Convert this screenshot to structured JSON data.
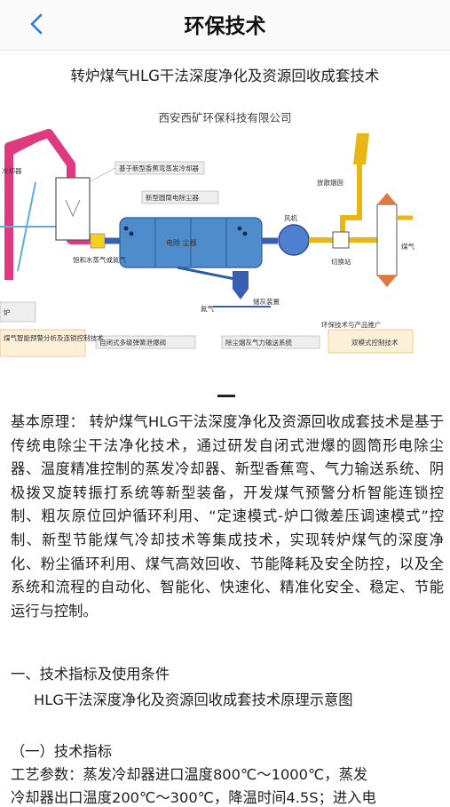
{
  "nav": {
    "title": "环保技术"
  },
  "article": {
    "headline": "转炉煤气HLG干法深度净化及资源回收成套技术",
    "company": "西安西矿环保科技有限公司",
    "diagram": {
      "labels": {
        "evap": "基于新型香蕉弯蒸发冷却器",
        "esp": "新型圆筒电除尘器",
        "esp_body": "电除  尘器",
        "fan": "风机",
        "chimney": "放散烟囱",
        "switch": "切换站",
        "nitrogen": "氮气",
        "ash": "储灰装置",
        "saturated": "饱和水蒸气或氮气",
        "explosion": "自闭式多级弹簧泄爆阀",
        "ash_transport": "除尘烟灰气力输送系统",
        "warning": "煤气智能预警分析及连锁控制技术",
        "dual_mode": "双模式控制技术",
        "left_top": "冷却器",
        "left_mid": "炉",
        "right_gas": "煤气",
        "watermark": "环保技术与产品推广"
      }
    },
    "dash": "—",
    "paragraph": "基本原理： 转炉煤气HLG干法深度净化及资源回收成套技术是基于传统电除尘干法净化技术，通过研发自闭式泄爆的圆筒形电除尘器、温度精准控制的蒸发冷却器、新型香蕉弯、气力输送系统、阴极拨叉旋转振打系统等新型装备，开发煤气预警分析智能连锁控制、粗灰原位回炉循环利用、“定速模式-炉口微差压调速模式”控制、新型节能煤气冷却技术等集成技术，实现转炉煤气的深度净化、粉尘循环利用、煤气高效回收、节能降耗及安全防控，以及全系统和流程的自动化、智能化、快速化、精准化安全、稳定、节能运行与控制。",
    "section1": "一、技术指标及使用条件",
    "figure_caption": "HLG干法深度净化及资源回收成套技术原理示意图",
    "subsection": "（一）技术指标",
    "params_line1": "工艺参数：蒸发冷却器进口温度800℃～1000℃，蒸发",
    "params_line2": "冷却器出口温度200℃～300℃，降温时间4.5S；进入电"
  }
}
